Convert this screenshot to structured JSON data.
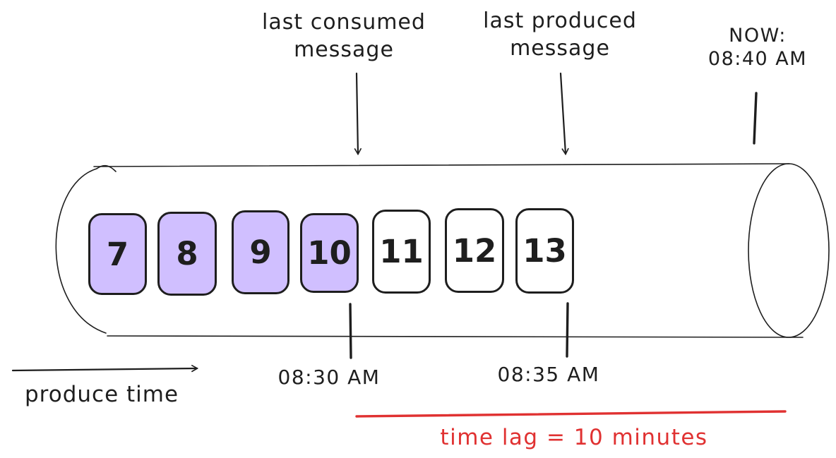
{
  "colors": {
    "background": "#ffffff",
    "stroke": "#1e1e1e",
    "consumed_fill": "#d0bfff",
    "lag_color": "#e03131"
  },
  "annotations": {
    "last_consumed": {
      "line1": "last consumed",
      "line2": "message"
    },
    "last_produced": {
      "line1": "last produced",
      "line2": "message"
    },
    "now": {
      "line1": "NOW:",
      "line2": "08:40 AM"
    },
    "consumed_time": "08:30 AM",
    "produced_time": "08:35 AM",
    "axis_label": "produce time",
    "lag_label": "time lag = 10 minutes"
  },
  "queue": {
    "messages": [
      {
        "id": "7",
        "consumed": true
      },
      {
        "id": "8",
        "consumed": true
      },
      {
        "id": "9",
        "consumed": true
      },
      {
        "id": "10",
        "consumed": true
      },
      {
        "id": "11",
        "consumed": false
      },
      {
        "id": "12",
        "consumed": false
      },
      {
        "id": "13",
        "consumed": false
      }
    ]
  }
}
